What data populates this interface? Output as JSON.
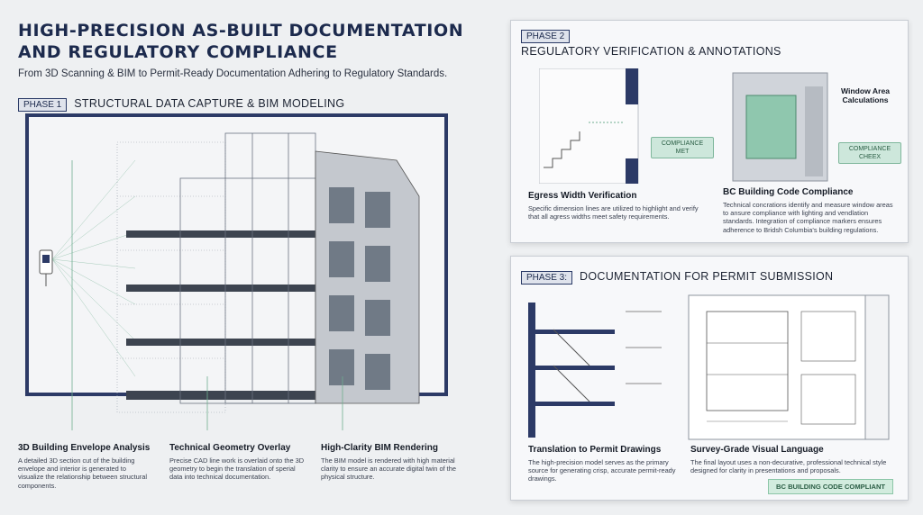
{
  "header": {
    "title_line1": "HIGH-PRECISION AS-BUILT DOCUMENTATION",
    "title_line2": "AND REGULATORY COMPLIANCE",
    "subtitle": "From 3D Scanning & BIM to Permit-Ready Documentation Adhering to Regulatory Standards."
  },
  "phase1": {
    "tag": "PHASE 1",
    "heading": "STRUCTURAL DATA CAPTURE & BIM MODELING",
    "captions": [
      {
        "title": "3D Building Envelope Analysis",
        "body": "A detailed 3D section cut of the building envelope and interior is generated to visualize the relationship between structural components."
      },
      {
        "title": "Technical Geometry Overlay",
        "body": "Precise CAD line work is overlaid onto the 3D geometry to begin the translation of sperial data into technical documentation."
      },
      {
        "title": "High-Clarity BIM Rendering",
        "body": "The BIM model is rendered with high material clarity to ensure an accurate digital twin of the physical structure."
      }
    ]
  },
  "phase2": {
    "tag": "PHASE 2",
    "heading": "REGULATORY VERIFICATION & ANNOTATIONS",
    "badge_left": "COMPLIANCE MET",
    "badge_right": "COMPLIANCE CHEEX",
    "window_label": "Window Area Calculations",
    "captions": [
      {
        "title": "Egress Width Verification",
        "body": "Specific dimension lines are utilized to highlight and verify that all agress widths meet safety requirements."
      },
      {
        "title": "BC Building Code Compliance",
        "body": "Technical concrations identify and measure window areas to ansure compliance with lighting and vendlation standards. Integration of compliance markers ensures adherence to Bridsh Columbia's building regulations."
      }
    ]
  },
  "phase3": {
    "tag": "PHASE 3:",
    "heading": "DOCUMENTATION FOR PERMIT SUBMISSION",
    "captions": [
      {
        "title": "Translation to Permit Drawings",
        "body": "The high-precision model serves as the primary source for generating crisp, accurate permit-ready drawings."
      },
      {
        "title": "Survey-Grade Visual Language",
        "body": "The final layout uses a non-decurative, professional technical style designed for clarity in presentations and proposals."
      }
    ],
    "compliant_badge": "BC BUILDING CODE COMPLIANT"
  }
}
